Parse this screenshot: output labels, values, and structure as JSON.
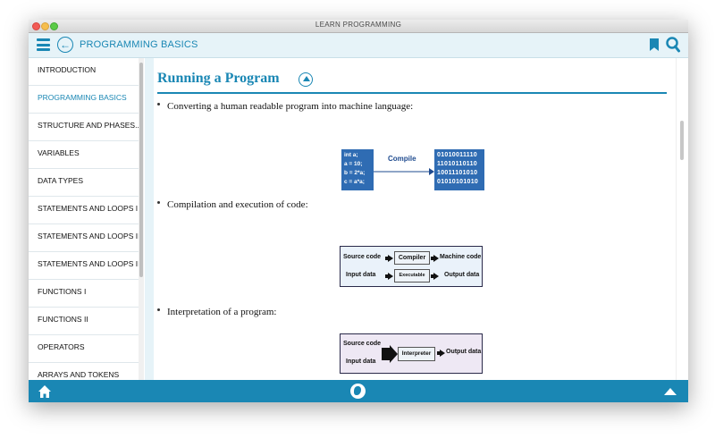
{
  "window": {
    "title": "LEARN PROGRAMMING"
  },
  "appbar": {
    "title": "PROGRAMMING BASICS"
  },
  "sidebar": {
    "items": [
      {
        "label": "INTRODUCTION"
      },
      {
        "label": "PROGRAMMING BASICS",
        "active": true
      },
      {
        "label": "STRUCTURE AND PHASES..."
      },
      {
        "label": "VARIABLES"
      },
      {
        "label": "DATA TYPES"
      },
      {
        "label": "STATEMENTS AND LOOPS I"
      },
      {
        "label": "STATEMENTS AND LOOPS II"
      },
      {
        "label": "STATEMENTS AND LOOPS III"
      },
      {
        "label": "FUNCTIONS I"
      },
      {
        "label": "FUNCTIONS II"
      },
      {
        "label": "OPERATORS"
      },
      {
        "label": "ARRAYS AND TOKENS"
      }
    ]
  },
  "content": {
    "heading": "Running a Program",
    "bullets": [
      "Converting a human readable program into machine language:",
      "Compilation and execution of code:",
      "Interpretation of a program:"
    ],
    "fig1": {
      "code_lines": [
        "int  a;",
        "a = 10;",
        "b = 2*a;",
        "c = a*a;"
      ],
      "label": "Compile",
      "binary_lines": [
        "01010011110",
        "11010110110",
        "10011101010",
        "01010101010"
      ]
    },
    "fig2": {
      "source": "Source code",
      "compiler": "Compiler",
      "machine": "Machine code",
      "input": "Input data",
      "executable": "Executable",
      "output": "Output data"
    },
    "fig3": {
      "source": "Source code",
      "input": "Input data",
      "interpreter": "Interpreter",
      "output": "Output data"
    }
  },
  "colors": {
    "accent": "#1a87b4",
    "code_box": "#2f6cb3",
    "appbar_bg": "#e6f3f8"
  },
  "icons": {
    "menu": "hamburger-icon",
    "back": "back-arrow-icon",
    "bookmark": "bookmark-icon",
    "search": "search-icon",
    "home": "home-icon",
    "globe": "globe-icon",
    "top": "scroll-top-icon"
  }
}
